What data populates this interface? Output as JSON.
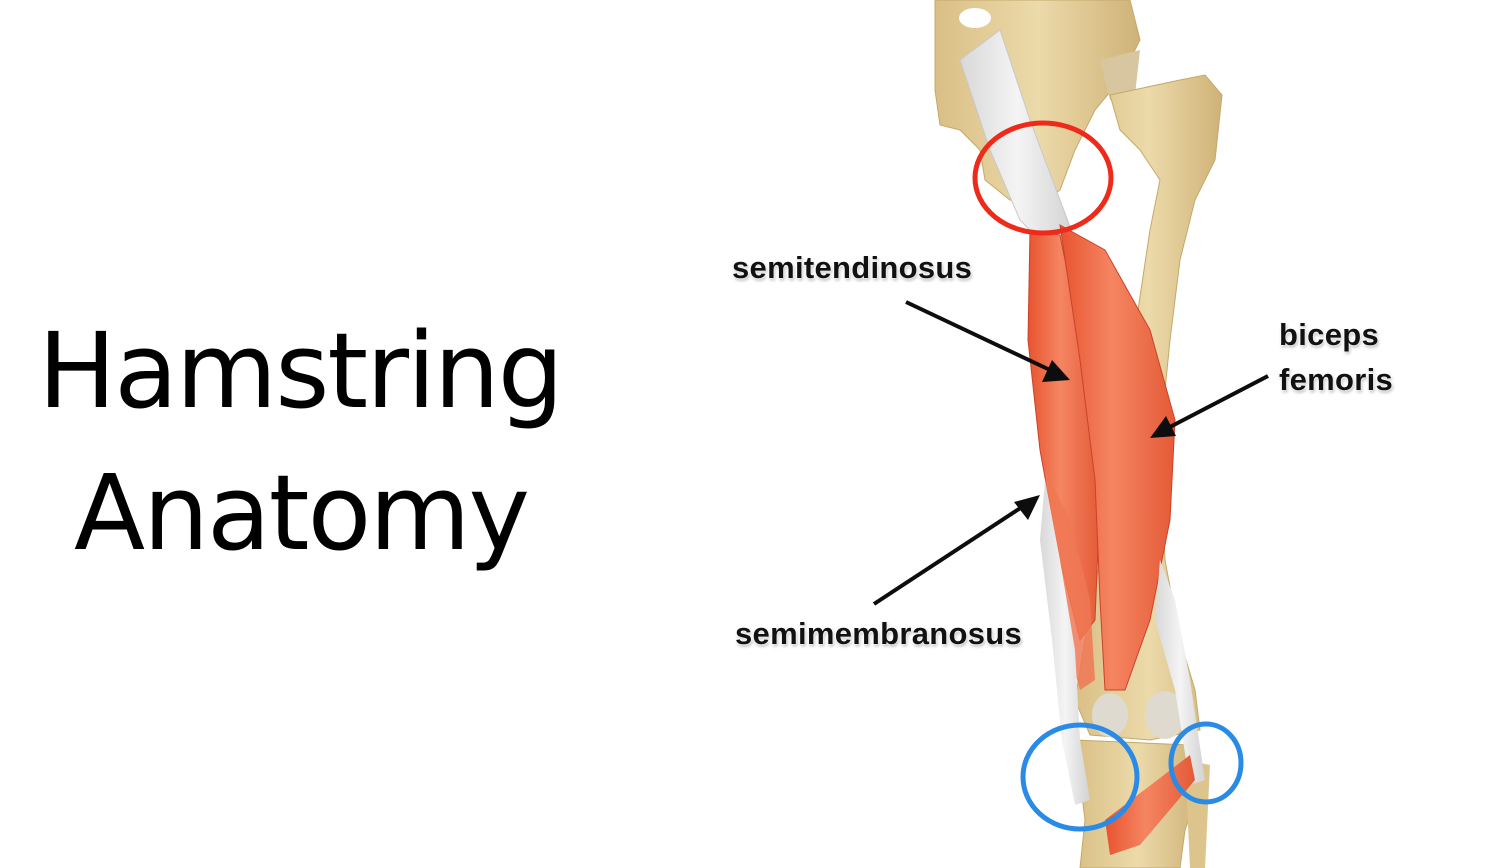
{
  "title": {
    "line1": "Hamstring",
    "line2": "Anatomy"
  },
  "labels": {
    "semitendinosus": "semitendinosus",
    "biceps_line1": "biceps",
    "biceps_line2": "femoris",
    "semimembranosus": "semimembranosus"
  },
  "colors": {
    "bone": "#e7d3a0",
    "bone_shadow": "#c9ad6e",
    "muscle": "#ee6a45",
    "muscle_light": "#f59a7c",
    "tendon": "#e6e6e6",
    "origin_circle": "#ee2b1b",
    "insertion_circle": "#2a8be6",
    "arrow": "#0d0d0d"
  },
  "highlights": [
    {
      "name": "origin-ischial-tuberosity",
      "color": "red"
    },
    {
      "name": "insertion-medial-tibia",
      "color": "blue"
    },
    {
      "name": "insertion-fibular-head",
      "color": "blue"
    }
  ]
}
